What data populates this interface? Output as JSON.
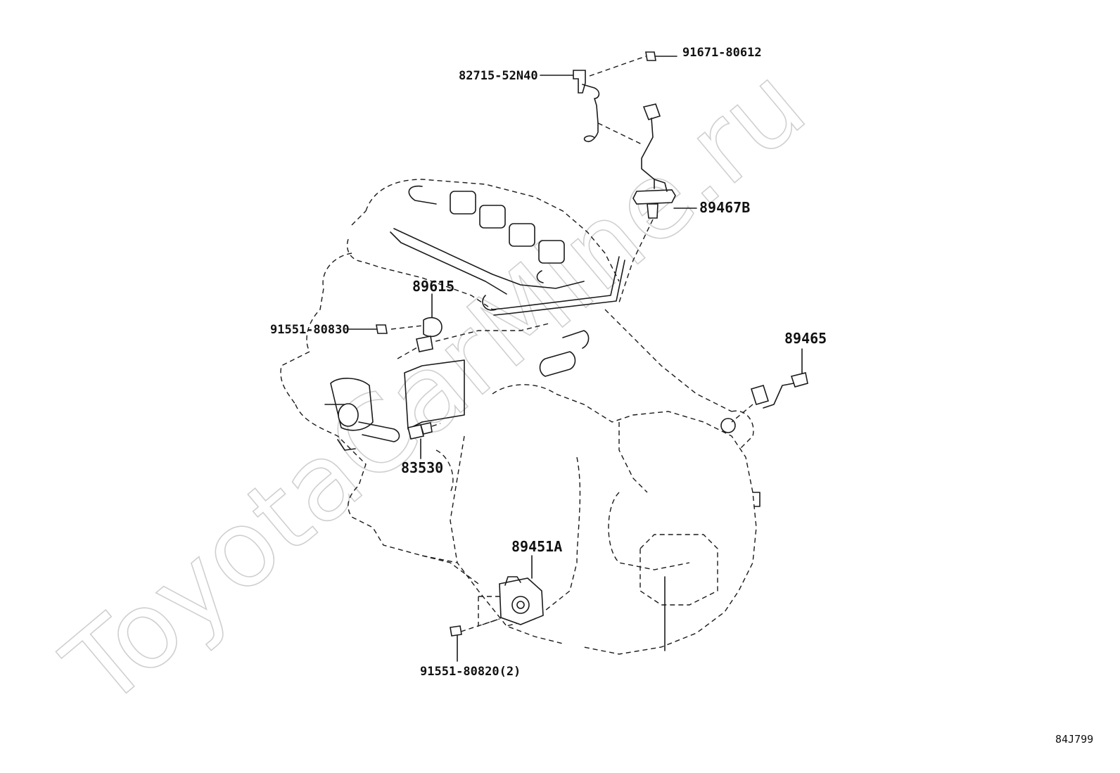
{
  "watermark": "ToyotaCarMine.ru",
  "diagram_code": "84J799",
  "parts": {
    "bracket": "82715-52N40",
    "bolt_bracket": "91671-80612",
    "oxygen_sensor": "89467B",
    "knock_sensor": "89615",
    "knock_sensor_bolt": "91551-80830",
    "crank_sensor": "89465",
    "oil_pressure_switch": "83530",
    "throttle_position_sensor": "89451A",
    "sensor_bolts": "91551-80820(2)"
  }
}
